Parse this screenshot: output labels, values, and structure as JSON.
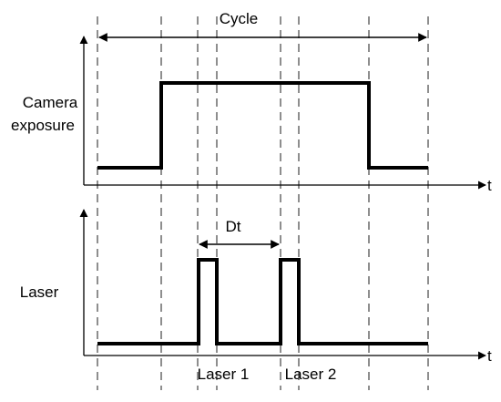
{
  "labels": {
    "cycle": "Cycle",
    "camera_line1": "Camera",
    "camera_line2": "exposure",
    "laser": "Laser",
    "axis_t_top": "t",
    "axis_t_bottom": "t",
    "dt": "Dt",
    "laser1": "Laser 1",
    "laser2": "Laser 2"
  },
  "colors": {
    "stroke": "#000000",
    "guide": "#444444",
    "background": "#ffffff"
  }
}
